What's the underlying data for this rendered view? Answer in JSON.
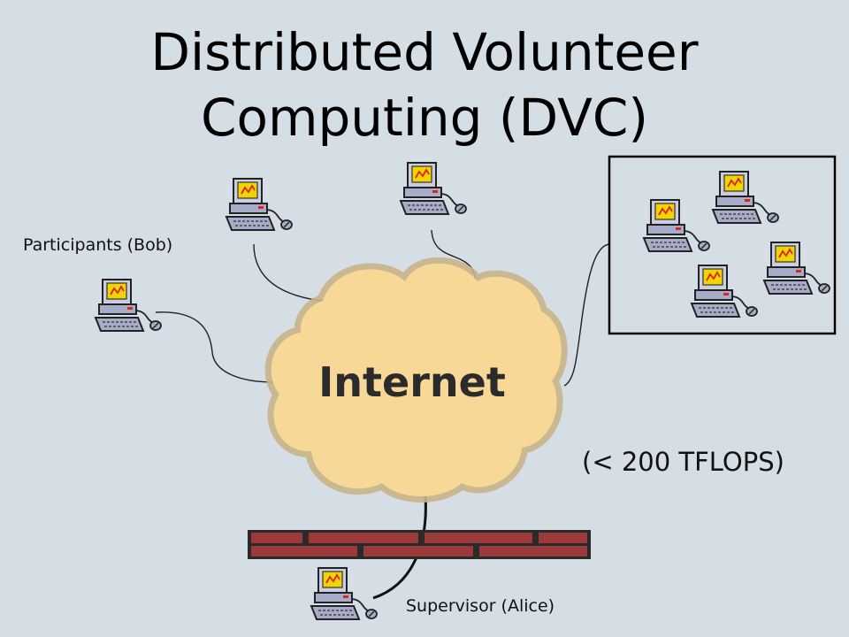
{
  "title": {
    "line1": "Distributed Volunteer",
    "line2": "Computing (DVC)"
  },
  "cloud": {
    "label": "Internet"
  },
  "labels": {
    "participants": "Participants (Bob)",
    "supervisor": "Supervisor (Alice)",
    "performance": "(< 200 TFLOPS)"
  },
  "icons": {
    "computer": "computer-icon",
    "cloud": "cloud-icon",
    "firewall": "firewall-icon"
  },
  "colors": {
    "background": "#d5dee4",
    "cloud_fill": "#f7d896",
    "brick": "#9b3a3a",
    "mortar": "#2a2a2a",
    "monitor_screen": "#f2d400",
    "computer_body": "#a7adc9"
  }
}
